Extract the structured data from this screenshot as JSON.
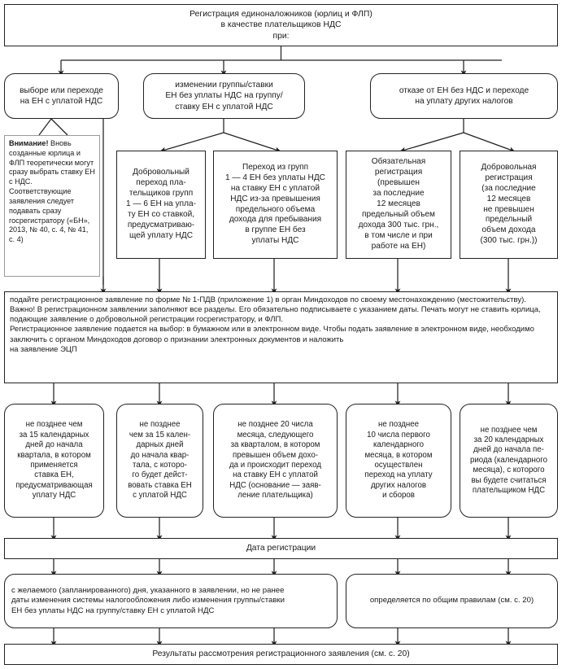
{
  "diagram": {
    "title_box": {
      "id": "registration-header",
      "text": "Регистрация единоналожников (юрлиц и ФЛП)\nв качестве плательщиков НДС\nпри:"
    },
    "conditions": [
      {
        "id": "cond-choice",
        "text": "выборе или переходе\nна ЕН с уплатой НДС"
      },
      {
        "id": "cond-change-group",
        "text": "изменении группы/ставки\nЕН без уплаты НДС на группу/\nставку ЕН с уплатой НДС"
      },
      {
        "id": "cond-refusal",
        "text": "отказе от ЕН без НДС и переходе\nна уплату других налогов"
      }
    ],
    "note": {
      "id": "attention-note",
      "lead": "Внимание!",
      "text": " Вновь созданные юрлица и ФЛП теоретически могут сразу выбрать ставку ЕН с НДС. Соответствующие заявления следует подавать сразу госрегистратору («БН», 2013, № 40, с. 4, № 41, с. 4)"
    },
    "cases": [
      {
        "id": "case-voluntary-transfer",
        "text": "Добровольный\nпереход пла-\nтельщиков групп\n1 — 6 ЕН на упла-\nту ЕН со ставкой,\nпредусматриваю-\nщей уплату НДС"
      },
      {
        "id": "case-transfer-groups",
        "text": "Переход из групп\n1 — 4 ЕН без уплаты НДС\nна ставку ЕН с уплатой\nНДС из-за превышения\nпредельного объема\nдохода для пребывания\nв группе ЕН без\nуплаты НДС"
      },
      {
        "id": "case-mandatory-registration",
        "text": "Обязательная\nрегистрация\n(превышен\nза последние\n12 месяцев\nпредельный объем\nдохода 300 тыс. грн.,\nв том числе и при\nработе на ЕН)"
      },
      {
        "id": "case-voluntary-registration",
        "text": "Добровольная\nрегистрация\n(за последние\n12 месяцев\nне превышен\nпредельный\nобъем дохода\n(300 тыс. грн.))"
      }
    ],
    "action_box": {
      "id": "application-instructions",
      "paragraphs": [
        "подайте регистрационное заявление по форме № 1-ПДВ (приложение 1) в орган Миндоходов по своему местонахождению (местожительству).",
        "Важно! В регистрационном заявлении заполняют все разделы. Его обязательно подписываете с указанием даты. Печать могут не ставить юрлица, подающие заявление о добровольной регистрации госрегистратору, и ФЛП.",
        "Регистрационное заявление подается на выбор: в бумажном или в электронном виде. Чтобы подать заявление в электронном виде, необходимо заключить с органом Миндоходов договор о признании электронных документов и наложить на заявление ЭЦП"
      ],
      "full_text": "подайте регистрационное заявление по форме № 1-ПДВ (приложение 1) в орган Миндоходов по своему местонахождению (местожительству).\nВажно! В регистрационном заявлении заполняют все разделы. Его обязательно подписываете с указанием даты. Печать могут не ставить юрлица, подающие заявление о добровольной регистрации госрегистратору, и ФЛП.\nРегистрационное заявление подается на выбор: в бумажном или в электронном виде. Чтобы подать заявление в электронном виде, необходимо заключить с органом Миндоходов договор о признании электронных документов и наложить\nна заявление ЭЦП"
    },
    "deadlines": [
      {
        "id": "deadline-15-days-quarter-applied",
        "text": "не позднее чем\nза 15 календарных\nдней до начала\nквартала, в котором\nприменяется\nставка ЕН,\nпредусматривающая\nуплату НДС"
      },
      {
        "id": "deadline-15-days-quarter-effective",
        "text": "не позднее\nчем за 15 кален-\nдарных дней\nдо начала квар-\nтала, с которо-\nго будет дейст-\nвовать ставка ЕН\nс уплатой НДС"
      },
      {
        "id": "deadline-20th-next-month",
        "text": "не позднее 20 числа\nмесяца, следующего\nза кварталом, в котором\nпревышен объем дохо-\nда и происходит переход\nна ставку ЕН с уплатой\nНДС (основание — заяв-\nление плательщика)"
      },
      {
        "id": "deadline-10th-first-month",
        "text": "не позднее\n10 числа первого\nкалендарного\nмесяца, в котором\nосуществлен\nпереход на уплату\nдругих налогов\nи сборов"
      },
      {
        "id": "deadline-20-days-period",
        "text": "не позднее чем\nза 20 календарных\nдней до начала пе-\nриода (календарного\nмесяца), с которого\nвы будете считаться\nплательщиком НДС"
      }
    ],
    "date_box": {
      "id": "registration-date",
      "text": "Дата регистрации"
    },
    "rules": [
      {
        "id": "rule-desired-day",
        "text": "с желаемого (запланированного) дня, указанного в заявлении, но не ранее\nдаты изменения системы налогообложения либо изменения группы/ставки\nЕН без уплаты НДС на группу/ставку ЕН с уплатой НДС"
      },
      {
        "id": "rule-general",
        "text": "определяется по общим правилам (см. с. 20)"
      }
    ],
    "result_box": {
      "id": "results",
      "text": "Результаты рассмотрения регистрационного заявления (см. с. 20)"
    },
    "colors": {
      "line": "#222222",
      "note_border": "#9a9a9a",
      "background": "#ffffff",
      "text": "#1a1a1a"
    }
  }
}
